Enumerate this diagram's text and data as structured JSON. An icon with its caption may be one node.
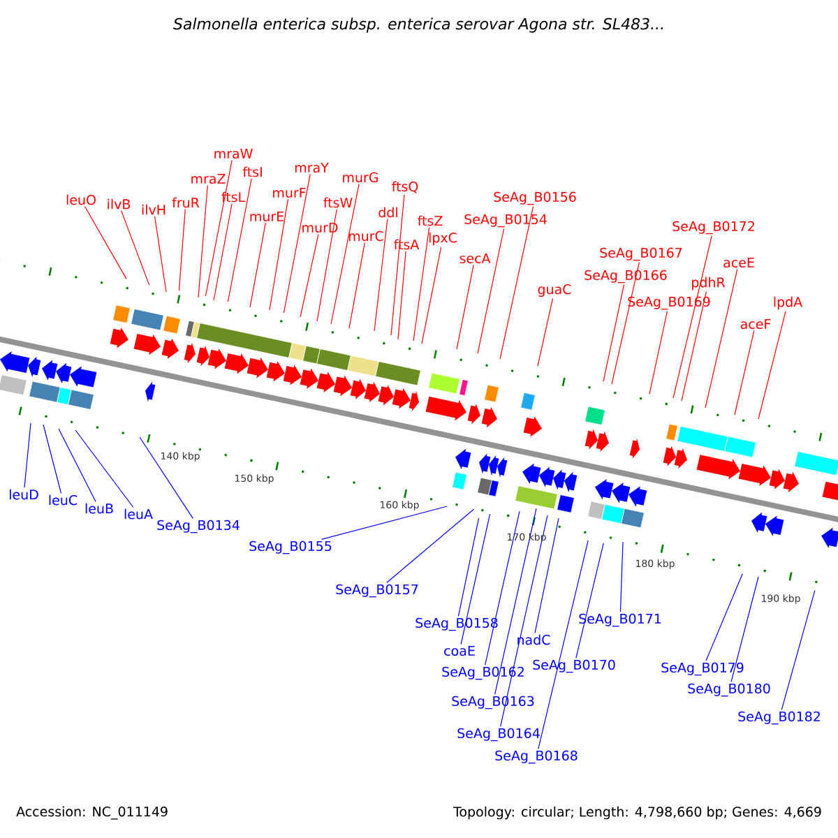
{
  "diagram": {
    "title": "Salmonella enterica subsp. enterica serovar Agona str. SL483...",
    "nodes": [
      {
        "text": [
          "leuO"
        ]
      },
      {
        "text": [
          "ilvB"
        ]
      },
      {
        "text": [
          "ilvH"
        ]
      },
      {
        "text": [
          "fruR"
        ]
      },
      {
        "text": [
          "mraZ"
        ]
      },
      {
        "text": [
          "mraW"
        ]
      },
      {
        "text": [
          "ftsL"
        ]
      },
      {
        "text": [
          "ftsI"
        ]
      },
      {
        "text": [
          "murE"
        ]
      },
      {
        "text": [
          "murF"
        ]
      },
      {
        "text": [
          "mraY"
        ]
      },
      {
        "text": [
          "murD"
        ]
      },
      {
        "text": [
          "ftsW"
        ]
      },
      {
        "text": [
          "murG"
        ]
      },
      {
        "text": [
          "murC"
        ]
      },
      {
        "text": [
          "ddl"
        ]
      },
      {
        "text": [
          "ftsQ"
        ]
      },
      {
        "text": [
          "ftsA"
        ]
      },
      {
        "text": [
          "ftsZ"
        ]
      },
      {
        "text": [
          "lpxC"
        ]
      },
      {
        "text": [
          "secA"
        ]
      },
      {
        "text": [
          "SeAg_B0154"
        ]
      },
      {
        "text": [
          "SeAg_B0156"
        ]
      },
      {
        "text": [
          "guaC"
        ]
      },
      {
        "text": [
          "SeAg_B0166"
        ]
      },
      {
        "text": [
          "SeAg_B0167"
        ]
      },
      {
        "text": [
          "SeAg_B0169"
        ]
      },
      {
        "text": [
          "SeAg_B0172"
        ]
      },
      {
        "text": [
          "pdhR"
        ]
      },
      {
        "text": [
          "aceE"
        ]
      },
      {
        "text": [
          "aceF"
        ]
      },
      {
        "text": [
          "lpdA"
        ]
      },
      {
        "text": [
          "leuD"
        ]
      },
      {
        "text": [
          "leuC"
        ]
      },
      {
        "text": [
          "leuB"
        ]
      },
      {
        "text": [
          "leuA"
        ]
      },
      {
        "text": [
          "SeAg_B0134"
        ]
      },
      {
        "text": [
          "SeAg_B0155"
        ]
      },
      {
        "text": [
          "SeAg_B0157"
        ]
      },
      {
        "text": [
          "SeAg_B0158"
        ]
      },
      {
        "text": [
          "coaE"
        ]
      },
      {
        "text": [
          "SeAg_B0162"
        ]
      },
      {
        "text": [
          "SeAg_B0163"
        ]
      },
      {
        "text": [
          "SeAg_B0164"
        ]
      },
      {
        "text": [
          "nadC"
        ]
      },
      {
        "text": [
          "SeAg_B0168"
        ]
      },
      {
        "text": [
          "SeAg_B0170"
        ]
      },
      {
        "text": [
          "SeAg_B0171"
        ]
      },
      {
        "text": [
          "SeAg_B0179"
        ]
      },
      {
        "text": [
          "SeAg_B0180"
        ]
      },
      {
        "text": [
          "SeAg_B0182"
        ]
      }
    ],
    "edges": [
      {
        "from": 0,
        "to": null,
        "arrow": "none"
      },
      {
        "from": 1,
        "to": null,
        "arrow": "none"
      },
      {
        "from": 2,
        "to": null,
        "arrow": "none"
      },
      {
        "from": 3,
        "to": null,
        "arrow": "none"
      },
      {
        "from": 4,
        "to": null,
        "arrow": "none"
      },
      {
        "from": 5,
        "to": null,
        "arrow": "none"
      },
      {
        "from": 6,
        "to": null,
        "arrow": "none"
      },
      {
        "from": 7,
        "to": null,
        "arrow": "none"
      },
      {
        "from": 8,
        "to": null,
        "arrow": "none"
      },
      {
        "from": 9,
        "to": null,
        "arrow": "none"
      },
      {
        "from": 10,
        "to": null,
        "arrow": "none"
      },
      {
        "from": 11,
        "to": null,
        "arrow": "none"
      },
      {
        "from": 12,
        "to": null,
        "arrow": "none"
      },
      {
        "from": 13,
        "to": null,
        "arrow": "none"
      },
      {
        "from": 14,
        "to": null,
        "arrow": "none"
      },
      {
        "from": 15,
        "to": null,
        "arrow": "none"
      },
      {
        "from": 16,
        "to": null,
        "arrow": "none"
      },
      {
        "from": 17,
        "to": null,
        "arrow": "none"
      },
      {
        "from": 18,
        "to": null,
        "arrow": "none"
      },
      {
        "from": 19,
        "to": null,
        "arrow": "none"
      },
      {
        "from": 20,
        "to": null,
        "arrow": "none"
      },
      {
        "from": 21,
        "to": null,
        "arrow": "none"
      },
      {
        "from": 22,
        "to": null,
        "arrow": "none"
      },
      {
        "from": 23,
        "to": null,
        "arrow": "none"
      },
      {
        "from": 24,
        "to": null,
        "arrow": "none"
      },
      {
        "from": 25,
        "to": null,
        "arrow": "none"
      },
      {
        "from": 26,
        "to": null,
        "arrow": "none"
      },
      {
        "from": 27,
        "to": null,
        "arrow": "none"
      },
      {
        "from": 28,
        "to": null,
        "arrow": "none"
      },
      {
        "from": 29,
        "to": null,
        "arrow": "none"
      },
      {
        "from": 30,
        "to": null,
        "arrow": "none"
      },
      {
        "from": 31,
        "to": null,
        "arrow": "none"
      },
      {
        "from": 32,
        "to": null,
        "arrow": "none",
        "color": "#0000ff"
      },
      {
        "from": 33,
        "to": null,
        "arrow": "none",
        "color": "#0000ff"
      },
      {
        "from": 34,
        "to": null,
        "arrow": "none",
        "color": "#0000ff"
      },
      {
        "from": 35,
        "to": null,
        "arrow": "none",
        "color": "#0000ff"
      },
      {
        "from": 36,
        "to": null,
        "arrow": "none",
        "color": "#0000ff"
      },
      {
        "from": 37,
        "to": null,
        "arrow": "none",
        "color": "#0000ff"
      },
      {
        "from": 38,
        "to": null,
        "arrow": "none",
        "color": "#0000ff"
      },
      {
        "from": 39,
        "to": null,
        "arrow": "none",
        "color": "#0000ff"
      },
      {
        "from": 40,
        "to": null,
        "arrow": "none",
        "color": "#0000ff"
      },
      {
        "from": 41,
        "to": null,
        "arrow": "none",
        "color": "#0000ff"
      },
      {
        "from": 42,
        "to": null,
        "arrow": "none",
        "color": "#0000ff"
      },
      {
        "from": 43,
        "to": null,
        "arrow": "none",
        "color": "#0000ff"
      },
      {
        "from": 44,
        "to": null,
        "arrow": "none",
        "color": "#0000ff"
      },
      {
        "from": 45,
        "to": null,
        "arrow": "none",
        "color": "#0000ff"
      },
      {
        "from": 46,
        "to": null,
        "arrow": "none",
        "color": "#0000ff"
      },
      {
        "from": 47,
        "to": null,
        "arrow": "none",
        "color": "#0000ff"
      },
      {
        "from": 48,
        "to": null,
        "arrow": "none",
        "color": "#0000ff"
      },
      {
        "from": 49,
        "to": null,
        "arrow": "none",
        "color": "#0000ff"
      },
      {
        "from": 50,
        "to": null,
        "arrow": "none",
        "color": "#0000ff"
      }
    ],
    "labels": [
      "140 kbp",
      "150 kbp",
      "160 kbp",
      "170 kbp",
      "180 kbp",
      "190 kbp",
      "Accession: NC_011149",
      "Topology: circular; Length: 4,798,660 bp; Genes: 4,669"
    ]
  }
}
